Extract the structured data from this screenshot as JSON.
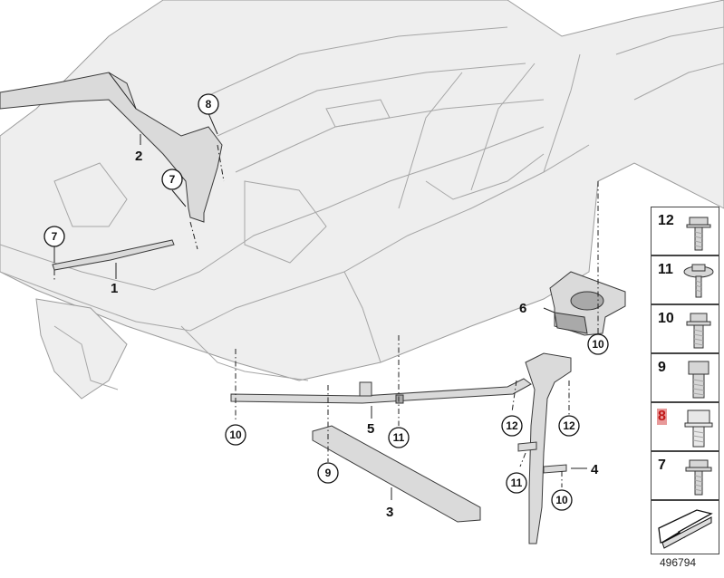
{
  "diagram": {
    "labels": [
      "1",
      "2",
      "3",
      "4",
      "5",
      "6"
    ],
    "callouts": [
      "7",
      "7",
      "8",
      "9",
      "10",
      "10",
      "10",
      "11",
      "11",
      "12",
      "12"
    ]
  },
  "legend": [
    {
      "num": "12",
      "icon": "bolt-flange-icon",
      "highlight": false
    },
    {
      "num": "11",
      "icon": "bolt-washer-icon",
      "highlight": false
    },
    {
      "num": "10",
      "icon": "bolt-hex-flange-icon",
      "highlight": false
    },
    {
      "num": "9",
      "icon": "bolt-hex-icon",
      "highlight": false
    },
    {
      "num": "8",
      "icon": "bolt-hex-large-icon",
      "highlight": true
    },
    {
      "num": "7",
      "icon": "bolt-torx-icon",
      "highlight": false
    }
  ],
  "highlight_color": "#e89a9a",
  "doc_number": "496794"
}
